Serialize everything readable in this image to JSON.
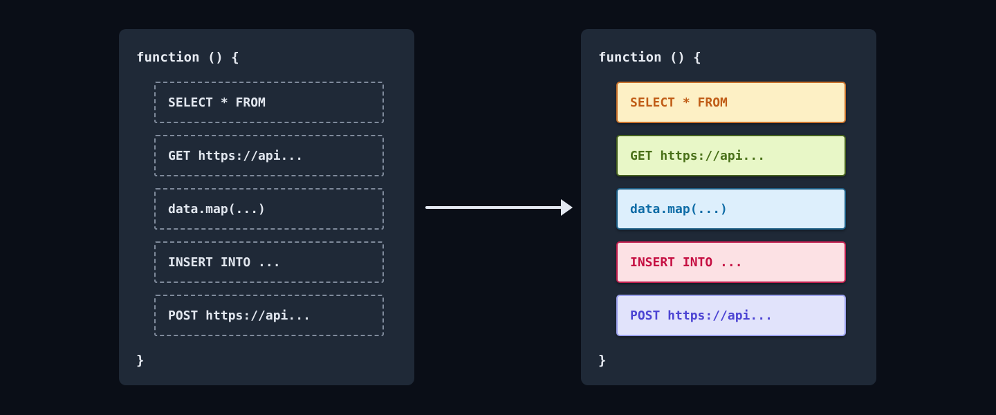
{
  "page": {
    "background_color": "#0a0e17",
    "panel_background_color": "#1f2937",
    "code_text_color": "#e7ebf2",
    "arrow_color": "#e3e8f1"
  },
  "before_panel": {
    "open_line": "function () {",
    "close_line": "}",
    "items": [
      {
        "label": "SELECT * FROM"
      },
      {
        "label": "GET https://api..."
      },
      {
        "label": "data.map(...)"
      },
      {
        "label": "INSERT INTO ..."
      },
      {
        "label": "POST https://api..."
      }
    ]
  },
  "arrow": {
    "direction": "right"
  },
  "after_panel": {
    "open_line": "function () {",
    "close_line": "}",
    "items": [
      {
        "label": "SELECT * FROM",
        "bg": "#fdf0c5",
        "border": "#c9722c",
        "text": "#c05d17"
      },
      {
        "label": "GET https://api...",
        "bg": "#e8f7c7",
        "border": "#45611f",
        "text": "#497018"
      },
      {
        "label": "data.map(...)",
        "bg": "#ddeffc",
        "border": "#1b5d85",
        "text": "#0e6ca6"
      },
      {
        "label": "INSERT INTO ...",
        "bg": "#fce1e4",
        "border": "#c11e4e",
        "text": "#c50f42"
      },
      {
        "label": "POST https://api...",
        "bg": "#e1e3fb",
        "border": "#9ba1ec",
        "text": "#4c44d3"
      }
    ]
  }
}
